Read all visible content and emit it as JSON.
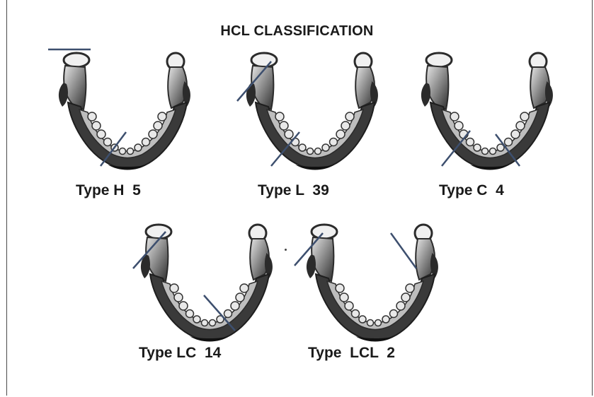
{
  "title": "HCL CLASSIFICATION",
  "panels": [
    {
      "name": "type-h",
      "label": "Type H  5"
    },
    {
      "name": "type-l",
      "label": "Type L  39"
    },
    {
      "name": "type-c",
      "label": "Type C  4"
    },
    {
      "name": "type-lc",
      "label": "Type LC  14"
    },
    {
      "name": "type-lcl",
      "label": "Type  LCL  2"
    }
  ],
  "colors": {
    "bone_dark": "#2b2b2b",
    "bone_mid": "#7a7a7a",
    "bone_light": "#d9d9d9",
    "teeth": "#e8e8e8",
    "fracture_line": "#3d4f6e",
    "text": "#1a1a1a"
  }
}
